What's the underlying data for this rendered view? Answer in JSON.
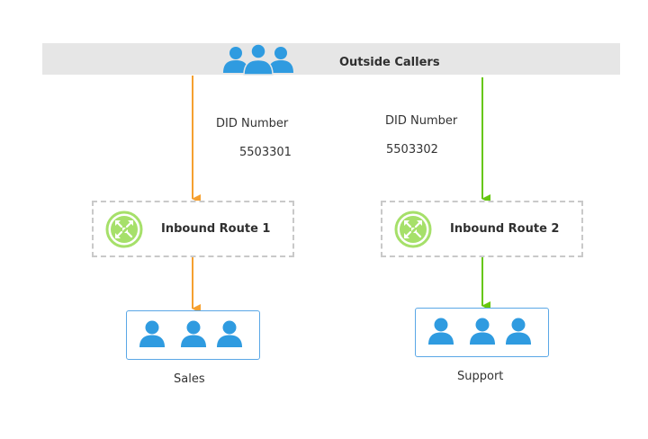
{
  "diagram": {
    "source": {
      "label": "Outside Callers",
      "icon": "users-group-icon",
      "color": "#2f9be0"
    },
    "edges": [
      {
        "label": "DID Number",
        "value": "5503301",
        "color": "#f5a030"
      },
      {
        "label": "DID Number",
        "value": "5503302",
        "color": "#66c70f"
      }
    ],
    "routes": [
      {
        "label": "Inbound Route 1",
        "icon": "router-icon",
        "icon_color": "#a6e06a"
      },
      {
        "label": "Inbound Route 2",
        "icon": "router-icon",
        "icon_color": "#a6e06a"
      }
    ],
    "destinations": [
      {
        "label": "Sales",
        "icon": "user-icon",
        "user_count": 3
      },
      {
        "label": "Support",
        "icon": "user-icon",
        "user_count": 3
      }
    ]
  }
}
